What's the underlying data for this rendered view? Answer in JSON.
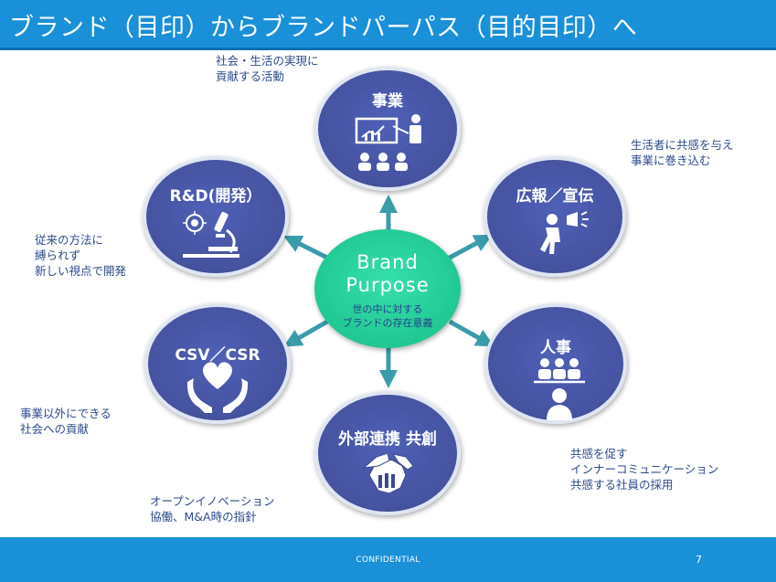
{
  "title": "ブランド（目印）からブランドパーパス（目的目印）へ",
  "center": {
    "title_line1": "Brand",
    "title_line2": "Purpose",
    "sub_line1": "世の中に対する",
    "sub_line2": "ブランドの存在意義"
  },
  "nodes": {
    "business": "事業",
    "pr": "広報／宣伝",
    "hr": "人事",
    "partner": "外部連携 共創",
    "csv": "CSV／CSR",
    "rnd": "R&D(開発）"
  },
  "notes": {
    "business": [
      "社会・生活の実現に",
      "貢献する活動"
    ],
    "pr": [
      "生活者に共感を与え",
      "事業に巻き込む"
    ],
    "hr": [
      "共感を促す",
      "インナーコミュニケーション",
      "共感する社員の採用"
    ],
    "partner": [
      "オープンイノベーション",
      "協働、M&A時の指針"
    ],
    "csv": [
      "事業以外にできる",
      "社会への貢献"
    ],
    "rnd": [
      "従来の方法に",
      "縛られず",
      "新しい視点で開発"
    ]
  },
  "footer": {
    "confidential": "CONFIDENTIAL",
    "page": "7"
  },
  "colors": {
    "header": "#1a90d8",
    "node_fill": "#4a5aae",
    "center_fill": "#27d39c",
    "arrow": "#3a9cab",
    "note_text": "#2c4a8c"
  }
}
